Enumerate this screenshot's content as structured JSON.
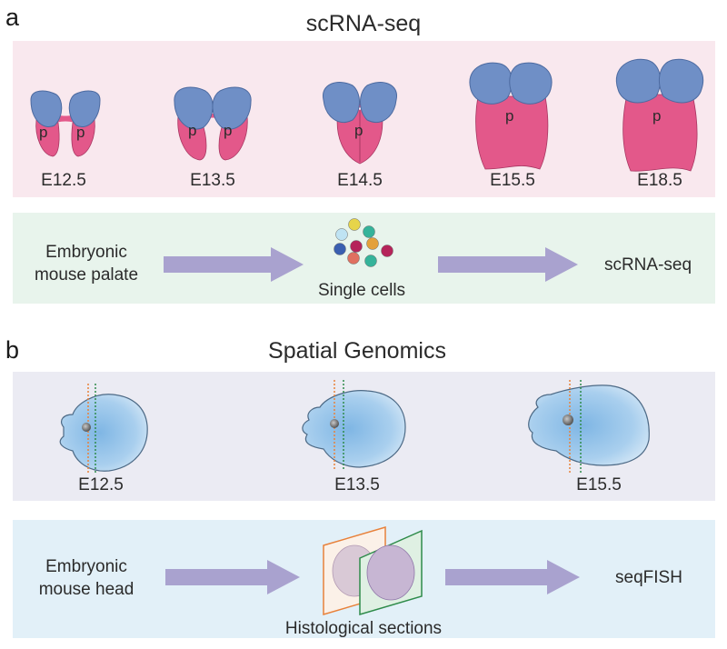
{
  "panel_a": {
    "letter": "a",
    "title": "scRNA-seq",
    "stages": [
      "E12.5",
      "E13.5",
      "E14.5",
      "E15.5",
      "E18.5"
    ],
    "palate_letter": "p",
    "flow": {
      "source": [
        "Embryonic",
        "mouse palate"
      ],
      "middle": "Single cells",
      "target": "scRNA-seq"
    }
  },
  "panel_b": {
    "letter": "b",
    "title": "Spatial Genomics",
    "stages": [
      "E12.5",
      "E13.5",
      "E15.5"
    ],
    "flow": {
      "source": [
        "Embryonic",
        "mouse head"
      ],
      "middle": "Histological sections",
      "target": "seqFISH"
    }
  },
  "colors": {
    "panel_a_top_bg": "#f9e8ee",
    "panel_a_flow_bg": "#e8f4ec",
    "panel_b_top_bg": "#ebebf3",
    "panel_b_flow_bg": "#e2f0f8",
    "palate_pink": "#e3588a",
    "palate_blue": "#6f8fc6",
    "arrow": "#a9a2cf",
    "head_blue": "#8fc0e6",
    "orange_line": "#e8813a",
    "green_line": "#2e8b4a"
  },
  "cell_colors": [
    "#bfe3f3",
    "#e6d44a",
    "#35b39a",
    "#3a5fb0",
    "#b5245a",
    "#e3a13b",
    "#b5245a",
    "#e07060",
    "#35b39a"
  ]
}
